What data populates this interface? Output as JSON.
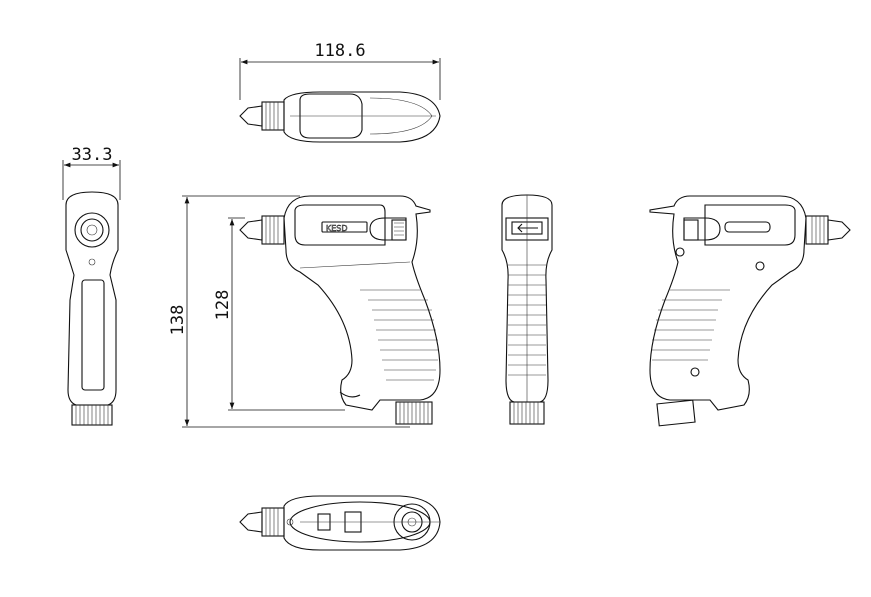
{
  "drawing": {
    "dimensions": {
      "overall_length": "118.6",
      "width": "33.3",
      "overall_height": "138",
      "height_to_base": "128"
    },
    "logo_text": "KESD",
    "views": [
      "top-view",
      "front-view",
      "side-view-left",
      "rear-view",
      "side-view-right",
      "bottom-view"
    ]
  }
}
